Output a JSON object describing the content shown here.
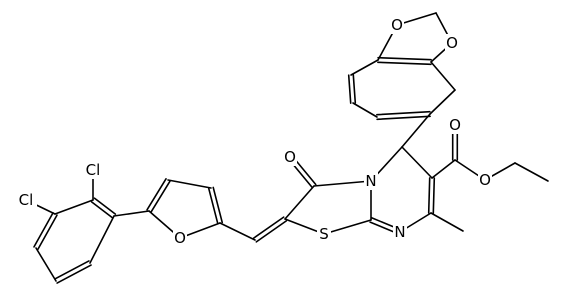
{
  "molecule": {
    "atoms": [
      {
        "id": "O_bd1",
        "symbol": "O",
        "label": "O"
      },
      {
        "id": "O_bd2",
        "symbol": "O",
        "label": "O"
      },
      {
        "id": "O_ester_carbonyl",
        "symbol": "O",
        "label": "O"
      },
      {
        "id": "O_ester_ether",
        "symbol": "O",
        "label": "O"
      },
      {
        "id": "N_ring",
        "symbol": "N",
        "label": "N"
      },
      {
        "id": "N_imine",
        "symbol": "N",
        "label": "N"
      },
      {
        "id": "O_oxo",
        "symbol": "O",
        "label": "O"
      },
      {
        "id": "S_ring",
        "symbol": "S",
        "label": "S"
      },
      {
        "id": "O_furan",
        "symbol": "O",
        "label": "O"
      },
      {
        "id": "Cl_1",
        "symbol": "Cl",
        "label": "Cl"
      },
      {
        "id": "Cl_2",
        "symbol": "Cl",
        "label": "Cl"
      }
    ]
  }
}
